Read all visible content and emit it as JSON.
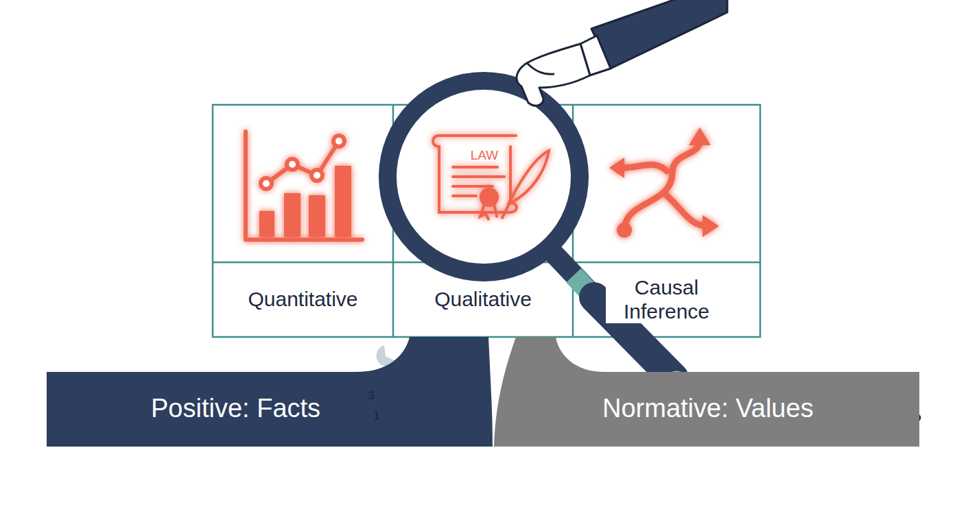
{
  "diagram": {
    "nodes": [
      {
        "text": [
          "Quantitative"
        ]
      },
      {
        "text": [
          "Qualitative"
        ]
      },
      {
        "text": [
          "Causal Inference"
        ]
      },
      {
        "text": [
          "Positive: Facts"
        ]
      },
      {
        "text": [
          "Normative: Values"
        ]
      }
    ],
    "labels": [
      "LAW",
      "3",
      "1"
    ]
  }
}
